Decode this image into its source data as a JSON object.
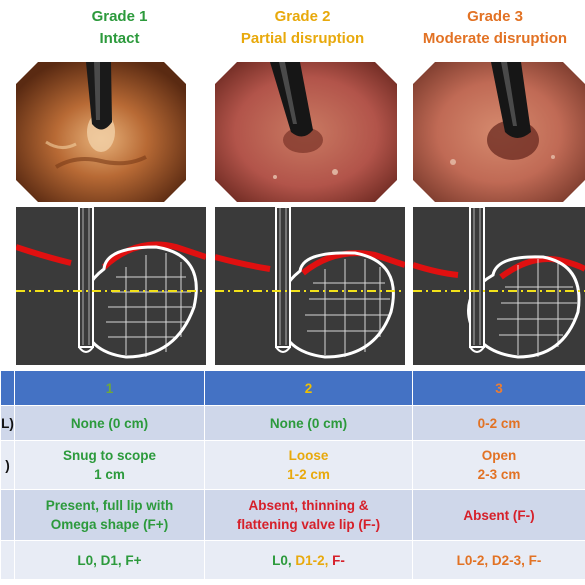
{
  "grades": [
    {
      "title": "Grade 1",
      "subtitle": "Intact",
      "color": "#2c9a3c"
    },
    {
      "title": "Grade 2",
      "subtitle": "Partial disruption",
      "color": "#e8a90c"
    },
    {
      "title": "Grade 3",
      "subtitle": "Moderate disruption",
      "color": "#e27224"
    }
  ],
  "table": {
    "header": {
      "label": "",
      "values": [
        "1",
        "2",
        "3"
      ]
    },
    "rows": [
      {
        "label": "L)",
        "cells": [
          {
            "line1": "None (0 cm)",
            "line2": ""
          },
          {
            "line1": "None (0 cm)",
            "line2": ""
          },
          {
            "line1": "0-2 cm",
            "line2": ""
          }
        ]
      },
      {
        "label": ")",
        "cells": [
          {
            "line1": "Snug to scope",
            "line2": "1 cm"
          },
          {
            "line1": "Loose",
            "line2": "1-2 cm"
          },
          {
            "line1": "Open",
            "line2": "2-3 cm"
          }
        ]
      },
      {
        "label": "",
        "cells": [
          {
            "line1": "Present, full lip with",
            "line2": "Omega shape (F+)"
          },
          {
            "line1": "Absent, thinning &",
            "line2": "flattening valve lip  (F-)"
          },
          {
            "line1": "Absent (F-)",
            "line2": ""
          }
        ]
      }
    ],
    "summary": [
      [
        "L0, D1, F+"
      ],
      [
        "L0, ",
        "D1-2, ",
        "F-"
      ],
      [
        "L0-2, D2-3, F-"
      ]
    ]
  },
  "colors": {
    "header_blue": "#4472c4",
    "green": "#2c9a3c",
    "yellow": "#e8a90c",
    "orange": "#e27224",
    "red": "#d6202a",
    "dash_yellow": "#f2e11a"
  }
}
